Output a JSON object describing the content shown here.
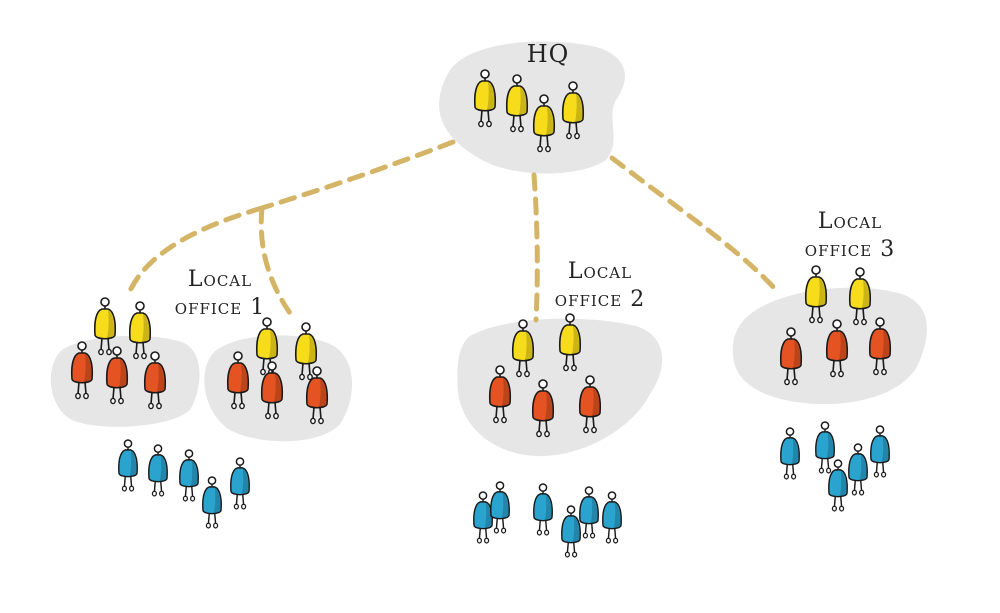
{
  "hq": {
    "label": "HQ"
  },
  "offices": [
    {
      "line1": "Local",
      "line2": "office 1"
    },
    {
      "line1": "Local",
      "line2": "office 2"
    },
    {
      "line1": "Local",
      "line2": "office 3"
    }
  ],
  "colors": {
    "blob": "#e5e5e5",
    "connector": "#d4b467",
    "yellow": "#f7dc1c",
    "red": "#e55322",
    "blue": "#2aa3cf",
    "outline": "#1a1a1a"
  }
}
